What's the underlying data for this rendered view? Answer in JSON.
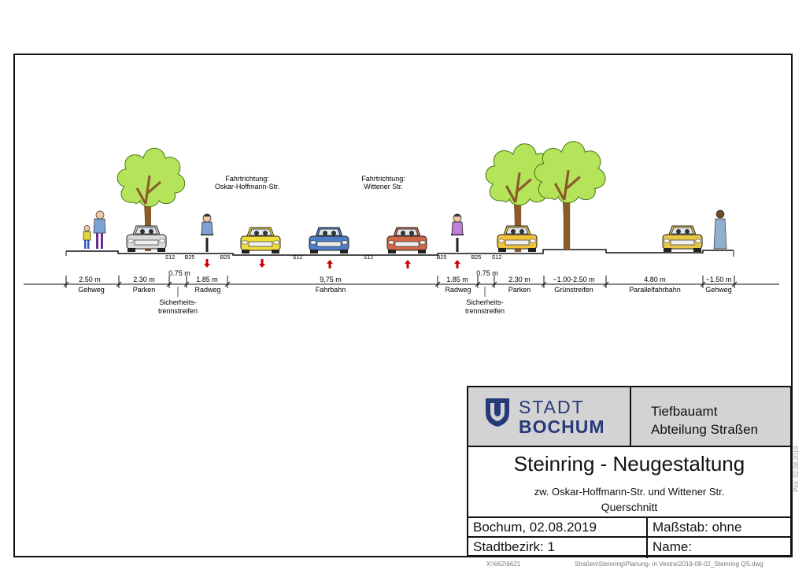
{
  "labels": {
    "direction_left_1": "Fahrtrichtung:",
    "direction_left_2": "Oskar-Hoffmann-Str.",
    "direction_right_1": "Fahrtrichtung:",
    "direction_right_2": "Wittener Str."
  },
  "markings": [
    "S12",
    "B25",
    "B25",
    "S12",
    "S12",
    "B25",
    "B25",
    "S12"
  ],
  "segments": [
    {
      "width": "2.50 m",
      "name": "Gehweg"
    },
    {
      "width": "2.30 m",
      "name": "Parken"
    },
    {
      "width": "0.75 m",
      "name_1": "Sicherheits-",
      "name_2": "trennstreifen"
    },
    {
      "width": "1.85 m",
      "name": "Radweg"
    },
    {
      "width": "9,75 m",
      "name": "Fahrbahn"
    },
    {
      "width": "1.85 m",
      "name": "Radweg"
    },
    {
      "width": "0.75 m",
      "name_1": "Sicherheits-",
      "name_2": "trennstreifen"
    },
    {
      "width": "2.30 m",
      "name": "Parken"
    },
    {
      "width": "~1.00-2.50 m",
      "name": "Grünstreifen"
    },
    {
      "width": "4.80 m",
      "name": "Parallelfahrbahn"
    },
    {
      "width": "~1.50 m",
      "name": "Gehweg"
    }
  ],
  "title_block": {
    "logo_line1": "STADT",
    "logo_line2": "BOCHUM",
    "dept_line1": "Tiefbauamt",
    "dept_line2": "Abteilung  Straßen",
    "title": "Steinring - Neugestaltung",
    "subtitle": "zw. Oskar-Hoffmann-Str. und Wittener Str.",
    "view": "Querschnitt",
    "place_date": "Bochum,  02.08.2019",
    "scale": "Maßstab:  ohne",
    "district": "Stadtbezirk: 1",
    "name": "Name:"
  },
  "plot_date": "Plot:  02.08.2019",
  "file_path_1": "X:\\662\\6621",
  "file_path_2": "Straßen\\Steinring\\Planung-  in  Vestra\\2019-08-02_Steinring  QS.dwg",
  "colors": {
    "tree_foliage": "#b5e35a",
    "tree_trunk": "#8a5a2b",
    "arrow": "#cc0000",
    "logo_blue": "#263a7a",
    "title_gray": "#d3d3d3"
  }
}
